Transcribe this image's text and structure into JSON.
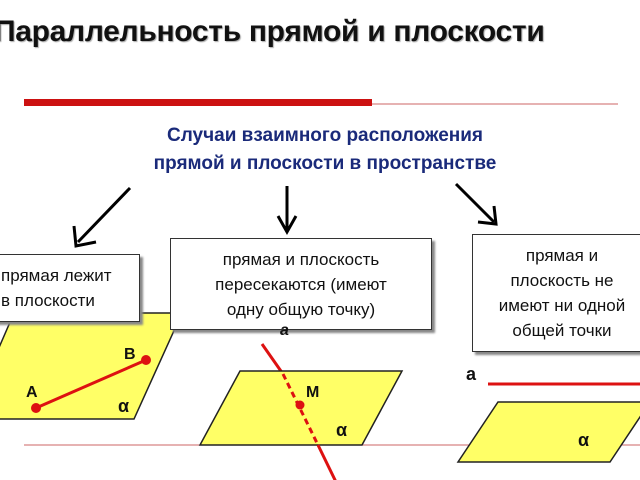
{
  "title": "Параллельность прямой и плоскости",
  "subtitle_line1": "Случаи взаимного расположения",
  "subtitle_line2": "прямой и плоскости в пространстве",
  "cases": [
    {
      "text_line1": "прямая лежит",
      "text_line2": "в плоскости"
    },
    {
      "text_line1": "прямая и плоскость",
      "text_line2": "пересекаются (имеют",
      "text_line3": "одну общую точку)"
    },
    {
      "text_line1": "прямая и",
      "text_line2": "плоскость не",
      "text_line3": "имеют ни одной",
      "text_line4": "общей точки"
    }
  ],
  "labels": {
    "point_a": "A",
    "point_b": "B",
    "alpha": "α",
    "line_a": "a",
    "point_m": "M"
  },
  "colors": {
    "plane_fill": "#ffff66",
    "red": "#dd1111",
    "accent_bar": "#cc1111",
    "subtitle": "#1a2a7a"
  }
}
